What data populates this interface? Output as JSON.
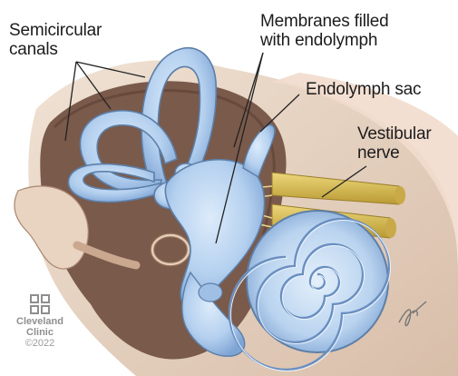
{
  "labels": {
    "semicircular_canals": [
      "Semicircular",
      "canals"
    ],
    "membranes": [
      "Membranes filled",
      "with endolymph"
    ],
    "endolymph_sac": "Endolymph sac",
    "vestibular_nerve": [
      "Vestibular",
      "nerve"
    ]
  },
  "credit": {
    "line1": "Cleveland",
    "line2": "Clinic",
    "year": "©2022",
    "logo_icon": "cleveland-clinic-cross-logo"
  },
  "colors": {
    "bone": "#e8d7c7",
    "bone_shadow": "#c8aa94",
    "cavity": "#7a5a4b",
    "labyrinth": "#a9c7ea",
    "labyrinth_light": "#d8e8f7",
    "labyrinth_outline": "#5d7fa8",
    "nerve": "#d9c15c",
    "nerve_dark": "#a68b2c",
    "tissue": "#f1d9c9",
    "text": "#1c1c1c"
  }
}
